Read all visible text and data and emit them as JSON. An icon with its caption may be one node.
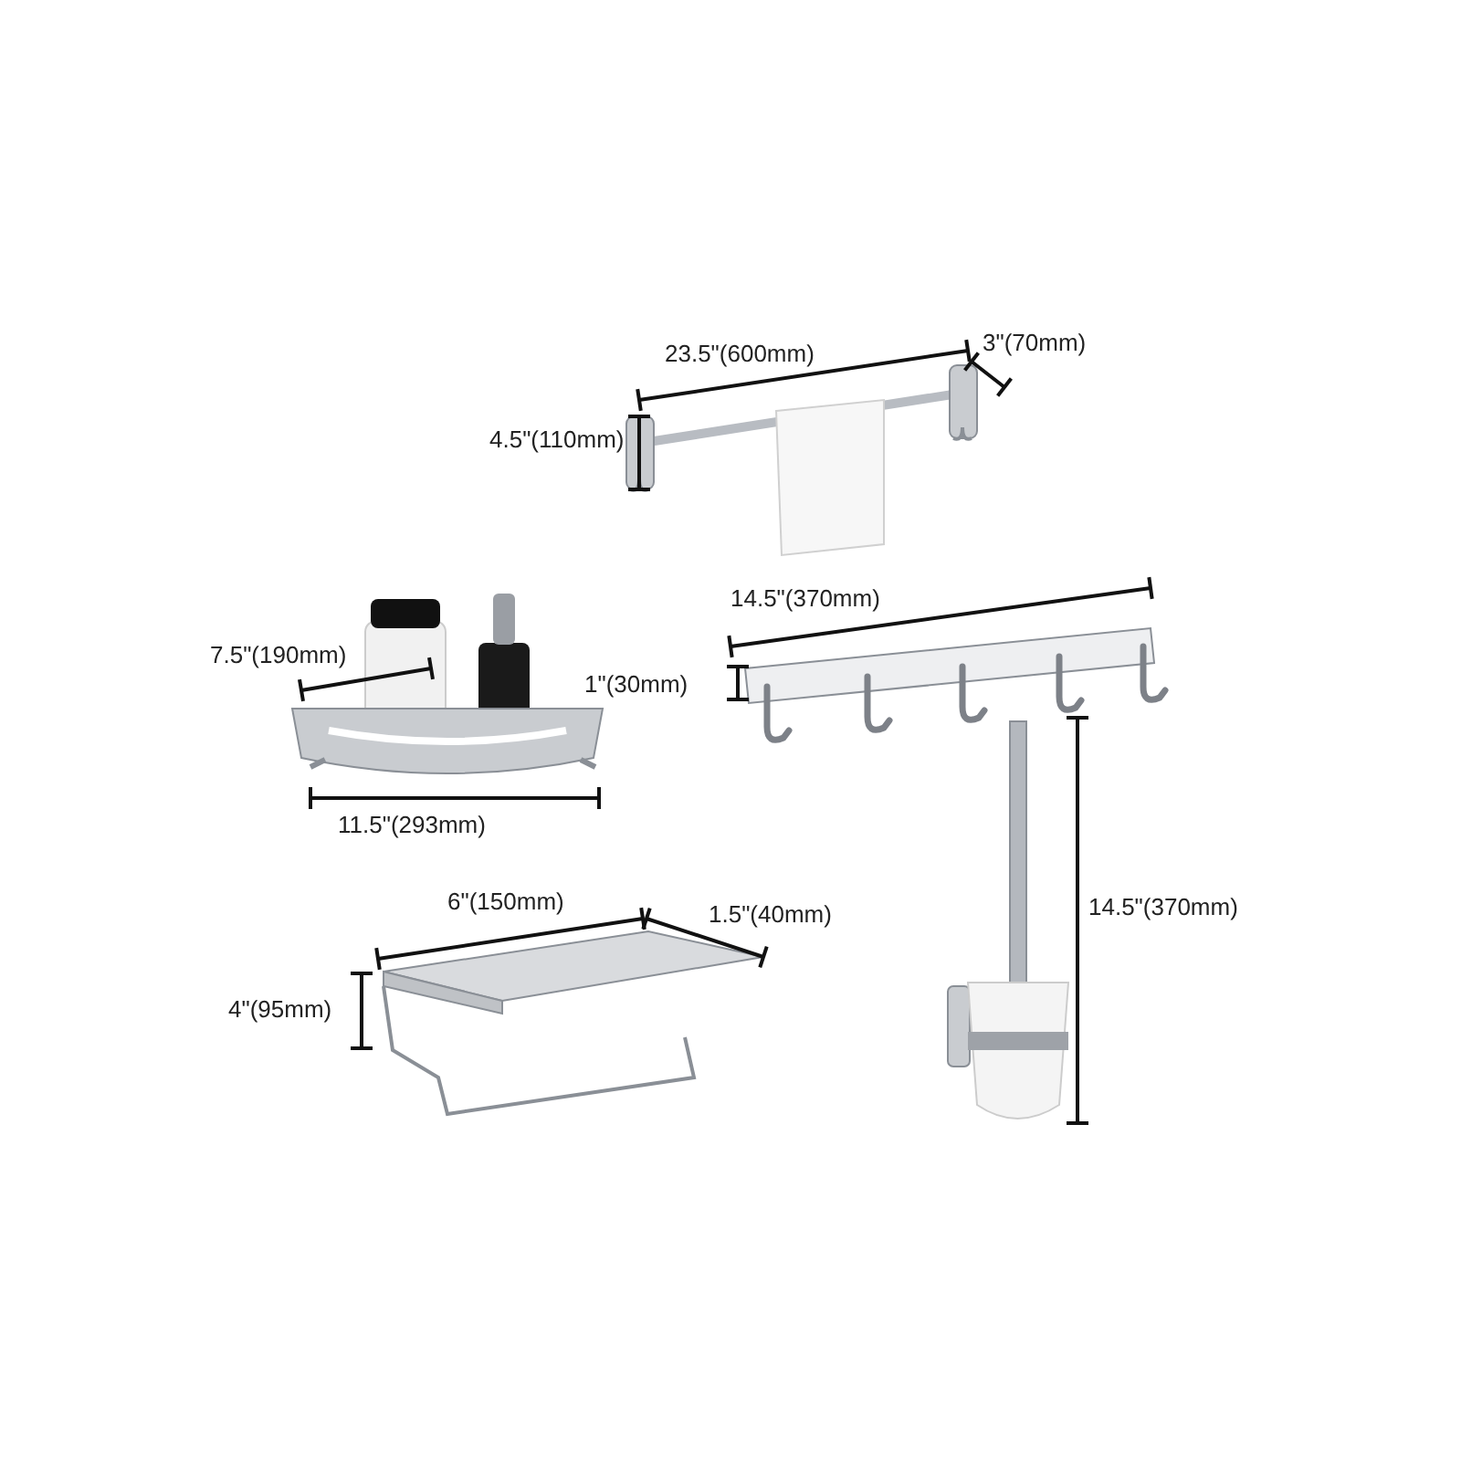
{
  "diagram": {
    "labels": [
      "23.5\"(600mm)",
      "3\"(70mm)",
      "4.5\"(110mm)",
      "14.5\"(370mm)",
      "7.5\"(190mm)",
      "1\"(30mm)",
      "11.5\"(293mm)",
      "6\"(150mm)",
      "14.5\"(370mm)",
      "1.5\"(40mm)",
      "4\"(95mm)"
    ]
  }
}
